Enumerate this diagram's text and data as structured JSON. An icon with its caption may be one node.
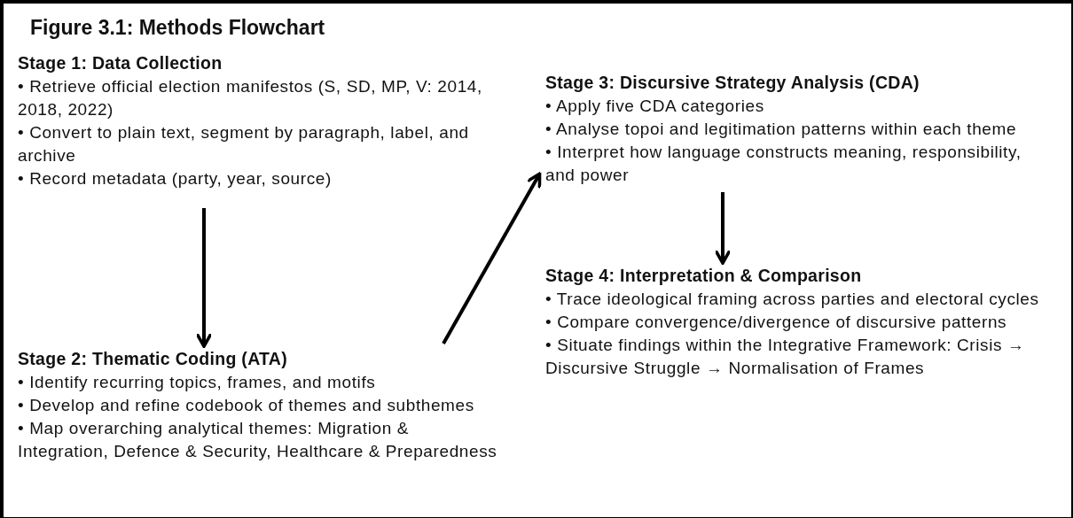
{
  "diagram": {
    "title": "Figure 3.1: Methods Flowchart",
    "nodes": [
      {
        "text": [
          "Stage 1: Data Collection",
          "• Retrieve official election manifestos (S, SD, MP, V: 2014, 2018, 2022)",
          "• Convert to plain text, segment by paragraph, label, and archive",
          "• Record metadata (party, year, source)"
        ]
      },
      {
        "text": [
          "Stage 2: Thematic Coding (ATA)",
          "• Identify recurring topics, frames, and motifs",
          "• Develop and refine codebook of themes and subthemes",
          "• Map overarching analytical themes: Migration & Integration, Defence & Security, Healthcare & Preparedness"
        ]
      },
      {
        "text": [
          "Stage 3: Discursive Strategy Analysis (CDA)",
          "• Apply five CDA categories",
          "• Analyse topoi and legitimation patterns within each theme",
          "• Interpret how language constructs meaning, responsibility, and power"
        ]
      },
      {
        "text": [
          "Stage 4: Interpretation & Comparison",
          "• Trace ideological framing across parties and electoral cycles",
          "• Compare convergence/divergence of discursive patterns",
          "• Situate findings within the Integrative Framework: Crisis → Discursive Struggle → Normalisation of Frames"
        ]
      }
    ],
    "edges": [
      {
        "from": 0,
        "to": 1,
        "arrow": "to"
      },
      {
        "from": 1,
        "to": 2,
        "arrow": "to"
      },
      {
        "from": 2,
        "to": 3,
        "arrow": "to"
      }
    ]
  }
}
